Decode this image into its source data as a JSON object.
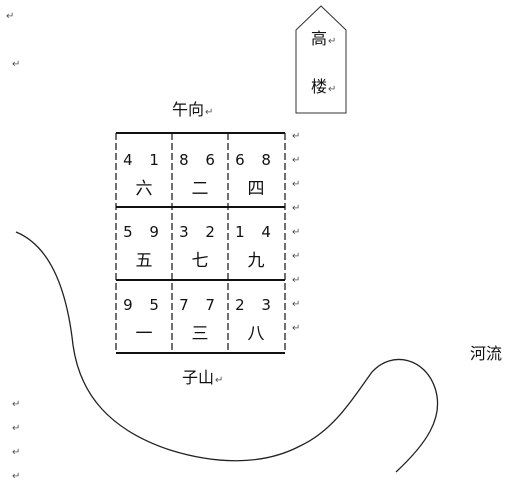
{
  "labels": {
    "facing": "午向",
    "sitting": "子山",
    "river": "河流",
    "building_line1": "高",
    "building_line2": "楼"
  },
  "return_mark": "↵",
  "grid": {
    "rows": [
      [
        {
          "nums": "4 1",
          "star": "六"
        },
        {
          "nums": "8 6",
          "star": "二"
        },
        {
          "nums": "6 8",
          "star": "四"
        }
      ],
      [
        {
          "nums": "5 9",
          "star": "五"
        },
        {
          "nums": "3 2",
          "star": "七"
        },
        {
          "nums": "1 4",
          "star": "九"
        }
      ],
      [
        {
          "nums": "9 5",
          "star": "一"
        },
        {
          "nums": "7 7",
          "star": "三"
        },
        {
          "nums": "2 3",
          "star": "八"
        }
      ]
    ]
  }
}
